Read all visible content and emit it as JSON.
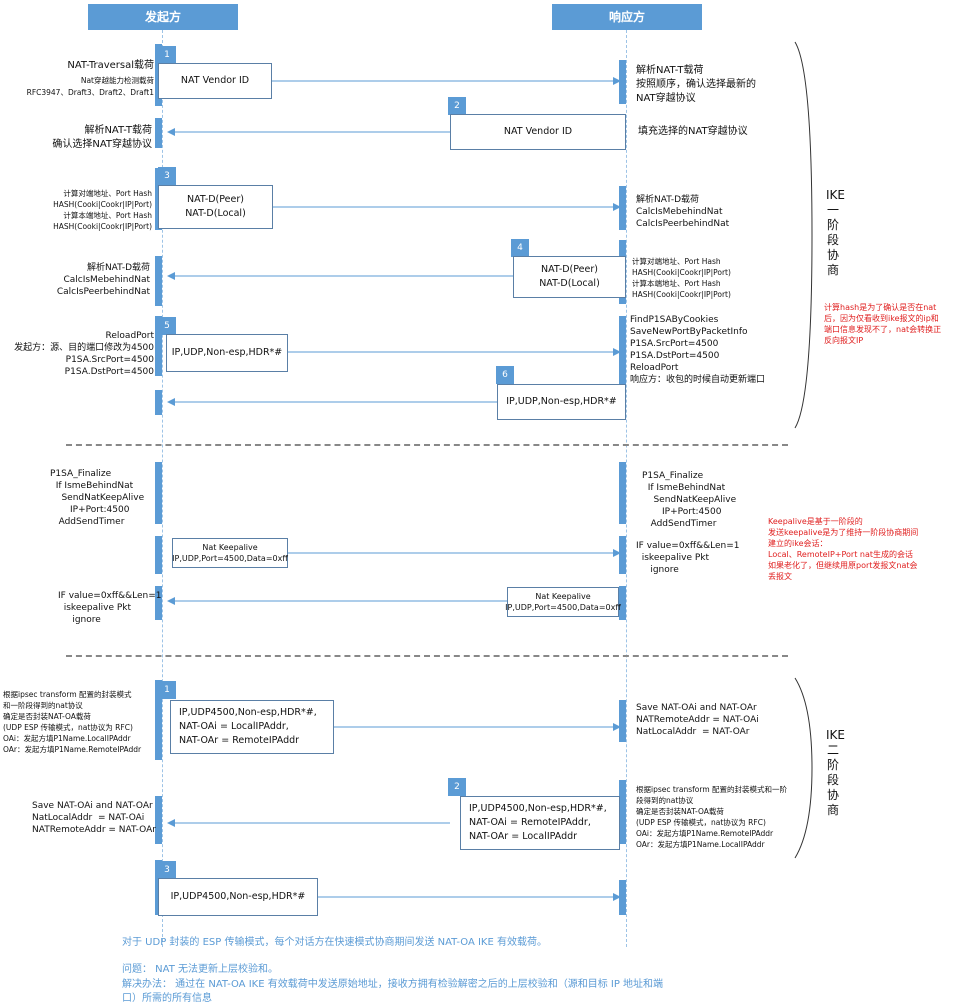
{
  "headers": {
    "initiator": "发起方",
    "responder": "响应方"
  },
  "phase1_label": "IKE一阶段协商",
  "phase2_label": "IKE二阶段协商",
  "steps": {
    "p1s1": "1",
    "p1s2": "2",
    "p1s3": "3",
    "p1s4": "4",
    "p1s5": "5",
    "p1s6": "6",
    "p2s1": "1",
    "p2s2": "2",
    "p2s3": "3"
  },
  "boxes": {
    "b1": [
      "NAT Vendor ID"
    ],
    "b2": [
      "NAT Vendor ID"
    ],
    "b3": [
      "NAT-D(Peer)",
      "NAT-D(Local)"
    ],
    "b4": [
      "NAT-D(Peer)",
      "NAT-D(Local)"
    ],
    "b5": [
      "IP,UDP,Non-esp,HDR*#"
    ],
    "b6": [
      "IP,UDP,Non-esp,HDR*#"
    ],
    "b7": [
      "Nat Keepalive",
      "IP,UDP,Port=4500,Data=0xff"
    ],
    "b8": [
      "Nat Keepalive",
      "IP,UDP,Port=4500,Data=0xff"
    ],
    "b9": [
      "IP,UDP4500,Non-esp,HDR*#,",
      "NAT-OAi = LocalIPAddr,",
      "NAT-OAr = RemoteIPAddr"
    ],
    "b10": [
      "IP,UDP4500,Non-esp,HDR*#,",
      "NAT-OAi = RemoteIPAddr,",
      "NAT-OAr = LocalIPAddr"
    ],
    "b11": [
      "IP,UDP4500,Non-esp,HDR*#"
    ]
  },
  "left_notes": {
    "n1_title": "NAT-Traversal载荷",
    "n1_sub1": "Nat穿越能力检测载荷",
    "n1_sub2": "RFC3947、Draft3、Draft2、Draft1",
    "n2": [
      "解析NAT-T载荷",
      "确认选择NAT穿越协议"
    ],
    "n3": [
      "计算对端地址、Port Hash",
      "HASH(Cooki|Cookr|IP|Port)",
      "计算本端地址、Port Hash",
      "HASH(Cooki|Cookr|IP|Port)"
    ],
    "n4": [
      "解析NAT-D载荷",
      "CalcIsMebehindNat",
      "CalcIsPeerbehindNat"
    ],
    "n5": [
      "ReloadPort",
      "发起方：源、目的端口修改为4500",
      "P1SA.SrcPort=4500",
      "P1SA.DstPort=4500"
    ],
    "n6": [
      "P1SA_Finalize",
      "If IsmeBehindNat",
      "SendNatKeepAlive",
      "IP+Port:4500",
      "AddSendTimer"
    ],
    "n7": [
      "IF value=0xff&&Len=1",
      "iskeepalive Pkt",
      "ignore"
    ],
    "n8": [
      "根据ipsec transform 配置的封装模式",
      "和一阶段得到的nat协议",
      "确定是否封装NAT-OA载荷",
      "(UDP ESP 传输模式，nat协议为 RFC)",
      "OAi：发起方填P1Name.LocalIPAddr",
      "OAr：发起方填P1Name.RemoteIPAddr"
    ],
    "n9": [
      "Save NAT-OAi and NAT-OAr",
      "NatLocalAddr  = NAT-OAi",
      "NATRemoteAddr = NAT-OAr"
    ]
  },
  "right_notes": {
    "n1": [
      "解析NAT-T载荷",
      "按照顺序，确认选择最新的",
      "NAT穿越协议"
    ],
    "n2": "填充选择的NAT穿越协议",
    "n3": [
      "解析NAT-D载荷",
      "CalcIsMebehindNat",
      "CalcIsPeerbehindNat"
    ],
    "n4": [
      "计算对端地址、Port Hash",
      "HASH(Cooki|Cookr|IP|Port)",
      "计算本端地址、Port Hash",
      "HASH(Cooki|Cookr|IP|Port)"
    ],
    "n5": [
      "FindP1SAByCookies",
      "SaveNewPortByPacketInfo",
      "P1SA.SrcPort=4500",
      "P1SA.DstPort=4500",
      "ReloadPort",
      "响应方：收包的时候自动更新端口"
    ],
    "n6": [
      "P1SA_Finalize",
      "If IsmeBehindNat",
      "SendNatKeepAlive",
      "IP+Port:4500",
      "AddSendTimer"
    ],
    "n7": [
      "IF value=0xff&&Len=1",
      "iskeepalive Pkt",
      "ignore"
    ],
    "n8": [
      "Save NAT-OAi and NAT-OAr",
      "NATRemoteAddr = NAT-OAi",
      "NatLocalAddr  = NAT-OAr"
    ],
    "n9": [
      "根据ipsec transform 配置的封装模式和一阶",
      "段得到的nat协议",
      "确定是否封装NAT-OA载荷",
      "(UDP ESP 传输模式，nat协议为 RFC)",
      "OAi：发起方填P1Name.RemoteIPAddr",
      "OAr：发起方填P1Name.LocalIPAddr"
    ]
  },
  "red_notes": {
    "r1": [
      "计算hash是为了确认是否在nat",
      "后，因为仅看收到ike报文的ip和",
      "端口信息发现不了，nat会转换正",
      "反向报文IP"
    ],
    "r2": [
      "Keepalive是基于一阶段的",
      "发送keepalive是为了维持一阶段协商期间",
      "建立的ike会话：",
      "Local、RemoteIP+Port nat生成的会话",
      "如果老化了，但继续用原port发报文nat会",
      "丢报文"
    ]
  },
  "footer": {
    "l1": "对于 UDP 封装的 ESP 传输模式，每个对话方在快速模式协商期间发送 NAT-OA IKE 有效载荷。",
    "l2": "问题： NAT 无法更新上层校验和。",
    "l3": "解决办法： 通过在 NAT-OA IKE 有效载荷中发送原始地址，接收方拥有检验解密之后的上层校验和（源和目标 IP 地址和端",
    "l4": "口）所需的所有信息"
  }
}
